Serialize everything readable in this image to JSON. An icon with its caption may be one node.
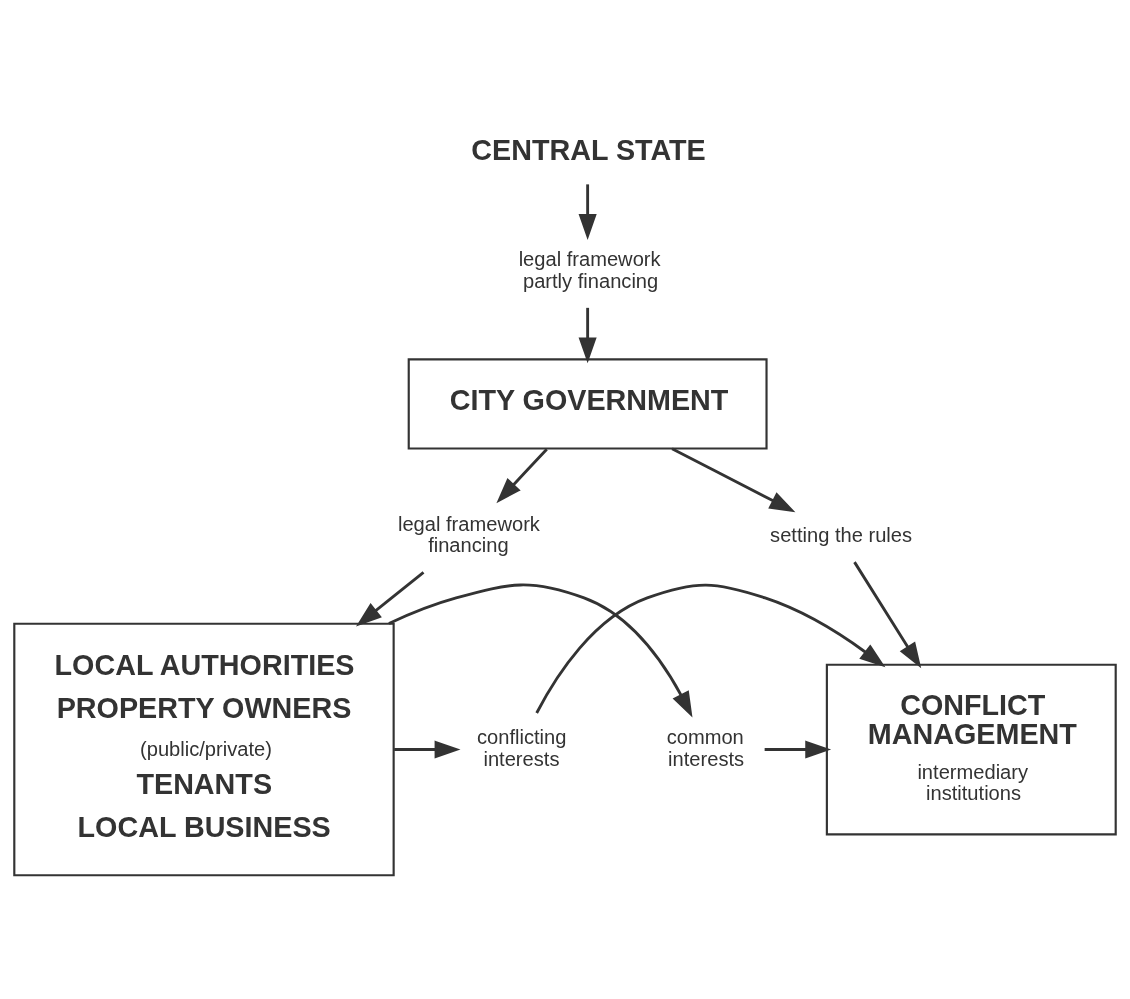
{
  "diagram": {
    "nodes": [
      {
        "text": [
          "CENTRAL STATE"
        ]
      },
      {
        "text": [
          "legal framework partly financing"
        ]
      },
      {
        "text": [
          "CITY GOVERNMENT"
        ]
      },
      {
        "text": [
          "legal framework financing"
        ]
      },
      {
        "text": [
          "setting the rules"
        ]
      },
      {
        "text": [
          "LOCAL AUTHORITIES",
          "PROPERTY OWNERS",
          "(public/private)",
          "TENANTS",
          "LOCAL BUSINESS"
        ]
      },
      {
        "text": [
          "common interests"
        ]
      },
      {
        "text": [
          "conflicting interests"
        ]
      },
      {
        "text": [
          "CONFLICT MANAGEMENT",
          "intermediary institutions"
        ]
      }
    ],
    "edges": [
      {
        "from": 0,
        "to": 1,
        "arrow": "to"
      },
      {
        "from": 1,
        "to": 2,
        "arrow": "to"
      },
      {
        "from": 2,
        "to": 3,
        "arrow": "to"
      },
      {
        "from": 3,
        "to": 5,
        "arrow": "to"
      },
      {
        "from": 2,
        "to": 4,
        "arrow": "to"
      },
      {
        "from": 4,
        "to": 8,
        "arrow": "to"
      },
      {
        "from": 5,
        "to": 6,
        "arrow": "to"
      },
      {
        "from": 6,
        "to": 8,
        "arrow": "to"
      },
      {
        "from": 5,
        "to": 7,
        "arrow": "to"
      },
      {
        "from": 7,
        "to": 8,
        "arrow": "to"
      }
    ]
  }
}
